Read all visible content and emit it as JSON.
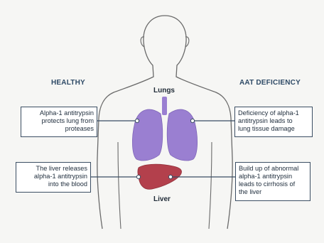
{
  "headings": {
    "left": "HEALTHY",
    "right": "AAT DEFICIENCY"
  },
  "organs": {
    "lungs": "Lungs",
    "liver": "Liver"
  },
  "callouts": {
    "healthy_lungs": "Alpha-1 antitrypsin\nprotects lung from\nproteases",
    "healthy_liver": "The liver releases\nalpha-1 antitrypsin\ninto the blood",
    "deficiency_lungs": "Deficiency of alpha-1\nantitrypsin leads to\nlung tissue damage",
    "deficiency_liver": "Build up of abnormal\nalpha-1 antitrypsin\nleads to cirrhosis of\nthe liver"
  },
  "colors": {
    "lungs": "#9a7fd1",
    "liver": "#b3404c",
    "body_outline": "#6a6a6a",
    "connector": "#3b4e63"
  }
}
